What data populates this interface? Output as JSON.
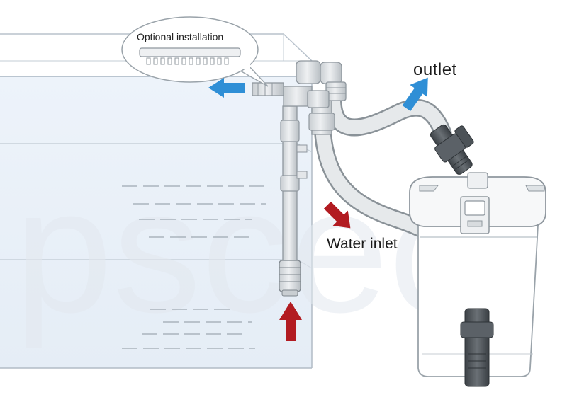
{
  "labels": {
    "optional_installation": "Optional installation",
    "outlet": "outlet",
    "water_inlet": "Water inlet"
  },
  "watermark": "pscec",
  "colors": {
    "water": "#e9f0f8",
    "tank_line": "#b8c2cc",
    "pipe_fill": "#dde1e4",
    "pipe_stroke": "#8f979e",
    "hose_fill": "#e6e9eb",
    "hose_stroke": "#8a9298",
    "filter_body": "#ffffff",
    "filter_stroke": "#9aa3aa",
    "valve_dark": "#4f555b",
    "arrow_blue": "#2f8fd6",
    "arrow_red": "#b21b21"
  }
}
